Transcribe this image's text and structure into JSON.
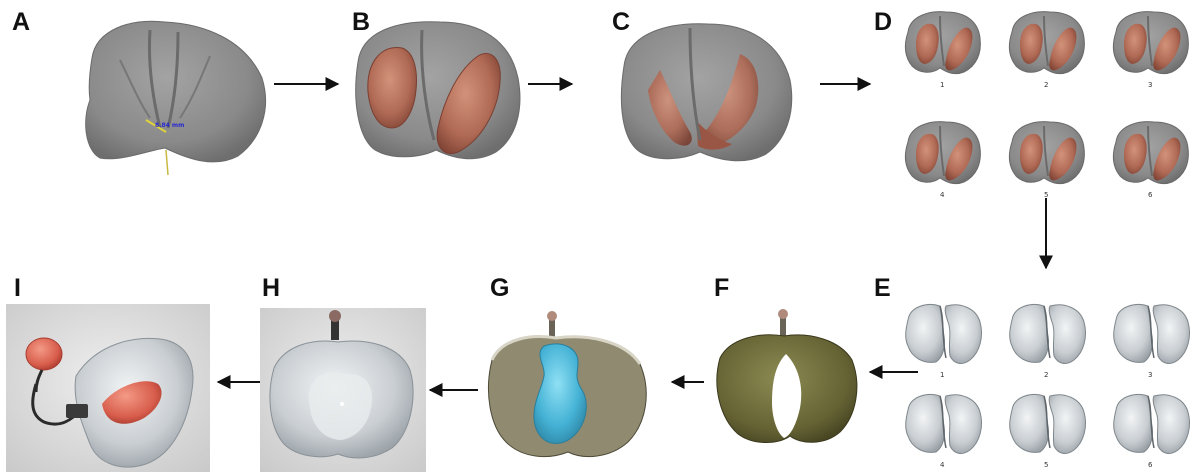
{
  "panels": {
    "A": {
      "label": "A",
      "measure_text": "8.84 mm"
    },
    "B": {
      "label": "B"
    },
    "C": {
      "label": "C"
    },
    "D": {
      "label": "D",
      "steps": [
        "1",
        "2",
        "3",
        "4",
        "5",
        "6"
      ]
    },
    "E": {
      "label": "E",
      "steps": [
        "1",
        "2",
        "3",
        "4",
        "5",
        "6"
      ]
    },
    "F": {
      "label": "F"
    },
    "G": {
      "label": "G"
    },
    "H": {
      "label": "H"
    },
    "I": {
      "label": "I"
    }
  },
  "colors": {
    "scan_gray": "#8d8d8d",
    "ridge_dark": "#5f5f5f",
    "molding_copper": "#b8705a",
    "printed_olive": "#6c6a3a",
    "silicone_blue": "#4fb7d8",
    "acrylic_clear": "#d9dde0",
    "nasal_stent_pink": "#e0695a"
  }
}
